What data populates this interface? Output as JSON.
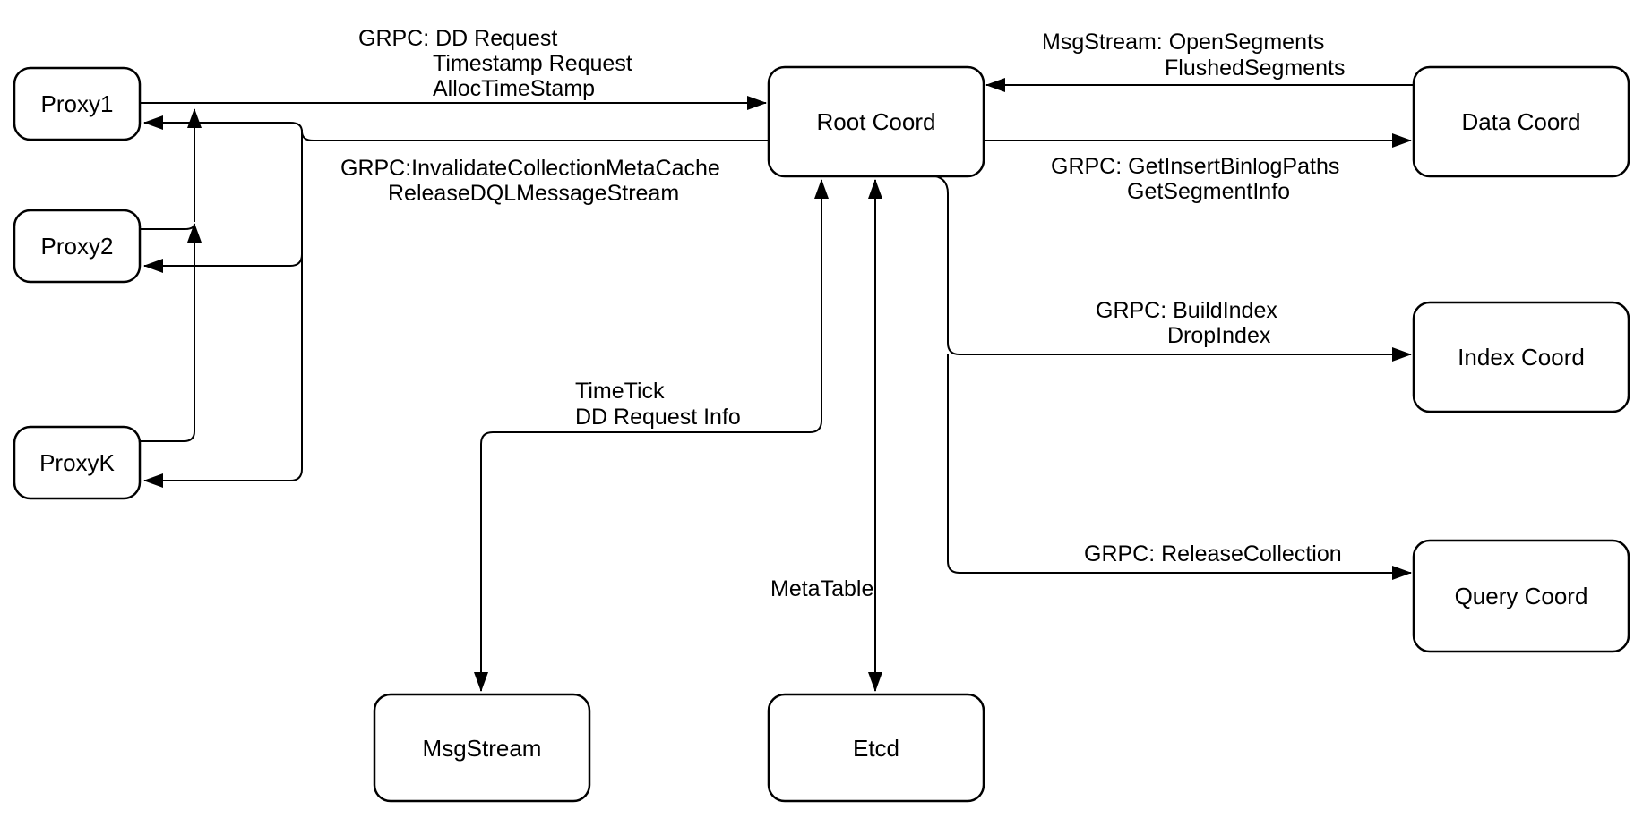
{
  "diagram": {
    "type": "architecture-flowchart",
    "colors": {
      "background": "#ffffff",
      "node_fill": "#ffffff",
      "stroke": "#000000",
      "text": "#000000"
    },
    "nodes": {
      "proxy1": {
        "label": "Proxy1"
      },
      "proxy2": {
        "label": "Proxy2"
      },
      "proxyk": {
        "label": "ProxyK"
      },
      "root_coord": {
        "label": "Root Coord"
      },
      "data_coord": {
        "label": "Data Coord"
      },
      "index_coord": {
        "label": "Index Coord"
      },
      "query_coord": {
        "label": "Query Coord"
      },
      "msgstream": {
        "label": "MsgStream"
      },
      "etcd": {
        "label": "Etcd"
      }
    },
    "edge_labels": {
      "proxy_to_root": {
        "lines": [
          "GRPC: DD Request",
          "Timestamp Request",
          "AllocTimeStamp"
        ]
      },
      "root_to_proxies": {
        "lines": [
          "GRPC:InvalidateCollectionMetaCache",
          "ReleaseDQLMessageStream"
        ]
      },
      "data_to_root": {
        "lines": [
          "MsgStream: OpenSegments",
          "FlushedSegments"
        ]
      },
      "root_to_data": {
        "lines": [
          "GRPC: GetInsertBinlogPaths",
          "GetSegmentInfo"
        ]
      },
      "root_to_index": {
        "lines": [
          "GRPC: BuildIndex",
          "DropIndex"
        ]
      },
      "root_to_query": {
        "lines": [
          "GRPC: ReleaseCollection"
        ]
      },
      "root_to_msgstream": {
        "lines": [
          "TimeTick",
          "DD Request Info"
        ]
      },
      "root_to_etcd": {
        "lines": [
          "MetaTable"
        ]
      }
    }
  }
}
